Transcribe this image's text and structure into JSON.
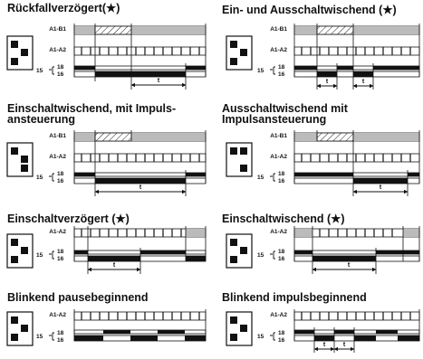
{
  "diagrams": [
    {
      "id": "rueckfall",
      "title": [
        "Rückfallverzögert(★)"
      ],
      "sig_a": "A1-B1",
      "sig_b": "A1-A2",
      "out_top": "18",
      "out_bottom": "16",
      "out_prefix": "15",
      "t_label": "t"
    },
    {
      "id": "ein-aus-wischend",
      "title": [
        "Ein- und Ausschaltwischend (★)"
      ],
      "sig_a": "A1-B1",
      "sig_b": "A1-A2",
      "out_top": "18",
      "out_bottom": "16",
      "out_prefix": "15",
      "t_label": "t"
    },
    {
      "id": "einschalt-impuls",
      "title": [
        "Einschaltwischend, mit Impuls-",
        "ansteuerung"
      ],
      "sig_a": "A1-B1",
      "sig_b": "A1-A2",
      "out_top": "18",
      "out_bottom": "16",
      "out_prefix": "15",
      "t_label": "t"
    },
    {
      "id": "ausschalt-impuls",
      "title": [
        "Ausschaltwischend mit",
        "Impulsansteuerung"
      ],
      "sig_a": "A1-B1",
      "sig_b": "A1-A2",
      "out_top": "18",
      "out_bottom": "16",
      "out_prefix": "15",
      "t_label": "t"
    },
    {
      "id": "einschaltverzoegert",
      "title": [
        "Einschaltverzögert (★)"
      ],
      "sig_a": "A1-A2",
      "out_top": "18",
      "out_bottom": "16",
      "out_prefix": "15",
      "t_label": "t"
    },
    {
      "id": "einschaltwischend",
      "title": [
        "Einschaltwischend (★)"
      ],
      "sig_a": "A1-A2",
      "out_top": "18",
      "out_bottom": "16",
      "out_prefix": "15",
      "t_label": "t"
    },
    {
      "id": "blinkend-pause",
      "title": [
        "Blinkend pausebeginnend"
      ],
      "sig_a": "A1-A2",
      "out_top": "18",
      "out_bottom": "16",
      "out_prefix": "15"
    },
    {
      "id": "blinkend-impuls",
      "title": [
        "Blinkend impulsbeginnend"
      ],
      "sig_a": "A1-A2",
      "out_top": "18",
      "out_bottom": "16",
      "out_prefix": "15",
      "t_label": "t"
    }
  ]
}
